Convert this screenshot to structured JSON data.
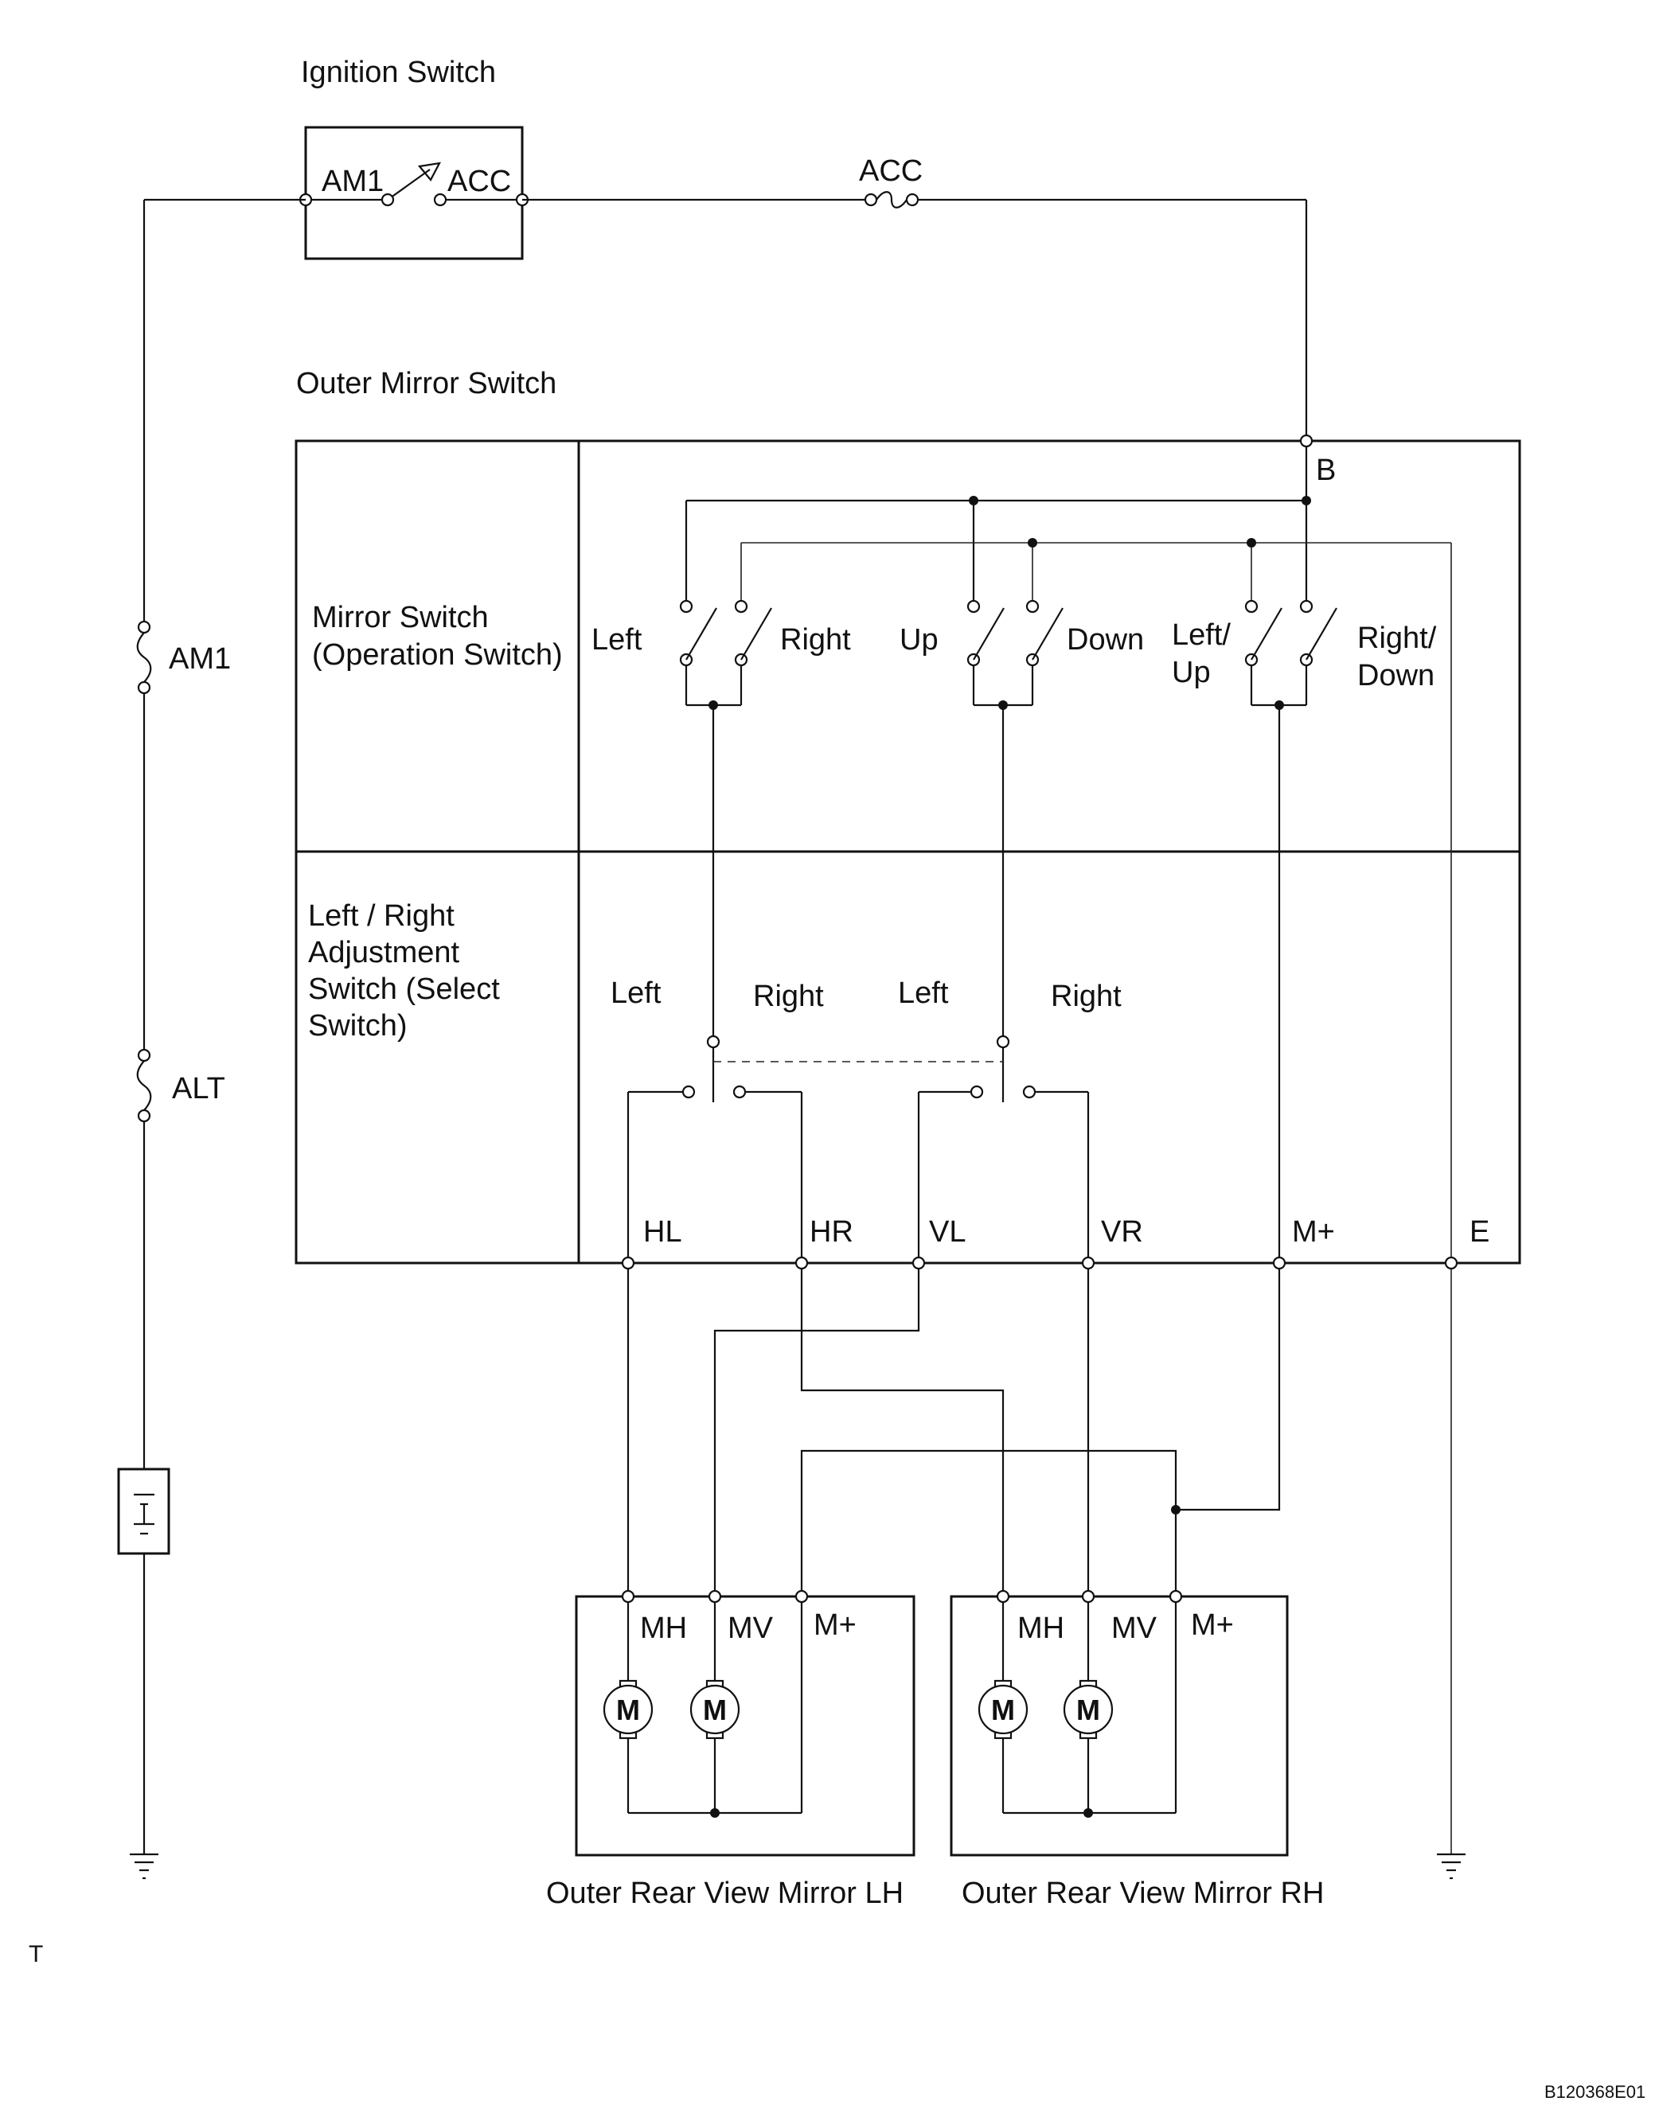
{
  "labels": {
    "ignition_switch": "Ignition Switch",
    "am1_terminal": "AM1",
    "acc_terminal": "ACC",
    "acc_fuse": "ACC",
    "outer_mirror_switch": "Outer Mirror Switch",
    "terminal_b": "B",
    "am1_fuse": "AM1",
    "alt_fuse": "ALT",
    "mirror_switch_line1": "Mirror Switch",
    "mirror_switch_line2": "(Operation Switch)",
    "op_left": "Left",
    "op_right": "Right",
    "op_up": "Up",
    "op_down": "Down",
    "op_leftup_1": "Left/",
    "op_leftup_2": "Up",
    "op_rightdown_1": "Right/",
    "op_rightdown_2": "Down",
    "select_line1": "Left / Right",
    "select_line2": "Adjustment",
    "select_line3": "Switch (Select",
    "select_line4": "Switch)",
    "sel_left_1": "Left",
    "sel_right_1": "Right",
    "sel_left_2": "Left",
    "sel_right_2": "Right",
    "term_hl": "HL",
    "term_hr": "HR",
    "term_vl": "VL",
    "term_vr": "VR",
    "term_mplus": "M+",
    "term_e": "E",
    "lh_mh": "MH",
    "lh_mv": "MV",
    "lh_mplus": "M+",
    "rh_mh": "MH",
    "rh_mv": "MV",
    "rh_mplus": "M+",
    "motor": "M",
    "mirror_lh": "Outer Rear View Mirror LH",
    "mirror_rh": "Outer Rear View Mirror RH",
    "corner_mark": "T",
    "figure_code": "B120368E01"
  },
  "icons": [
    "battery-icon",
    "fuse-icon",
    "ground-icon",
    "motor-icon",
    "switch-icon",
    "terminal-icon"
  ]
}
